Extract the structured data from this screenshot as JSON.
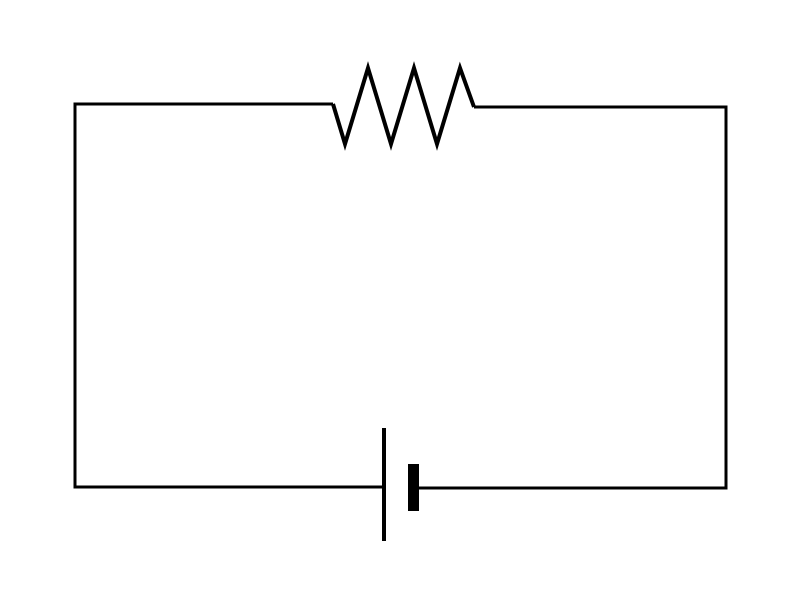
{
  "diagram": {
    "type": "circuit-schematic",
    "components": [
      {
        "kind": "resistor",
        "icon": "resistor-icon",
        "label": ""
      },
      {
        "kind": "battery",
        "icon": "battery-icon",
        "label": ""
      }
    ],
    "connections": [
      [
        "battery",
        "resistor"
      ],
      [
        "resistor",
        "battery"
      ]
    ],
    "colors": {
      "stroke": "#000000",
      "background": "#ffffff"
    }
  }
}
